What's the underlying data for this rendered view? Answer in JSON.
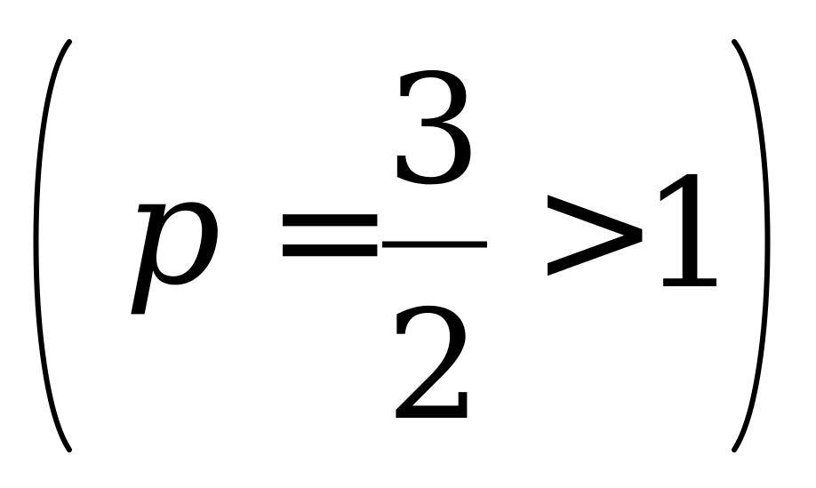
{
  "formula": {
    "open_paren": "(",
    "variable": "p",
    "equals": "=",
    "numerator": "3",
    "denominator": "2",
    "greater_than": ">",
    "rhs": "1",
    "close_paren": ")"
  },
  "colors": {
    "ink": "#000000",
    "background": "#ffffff"
  }
}
